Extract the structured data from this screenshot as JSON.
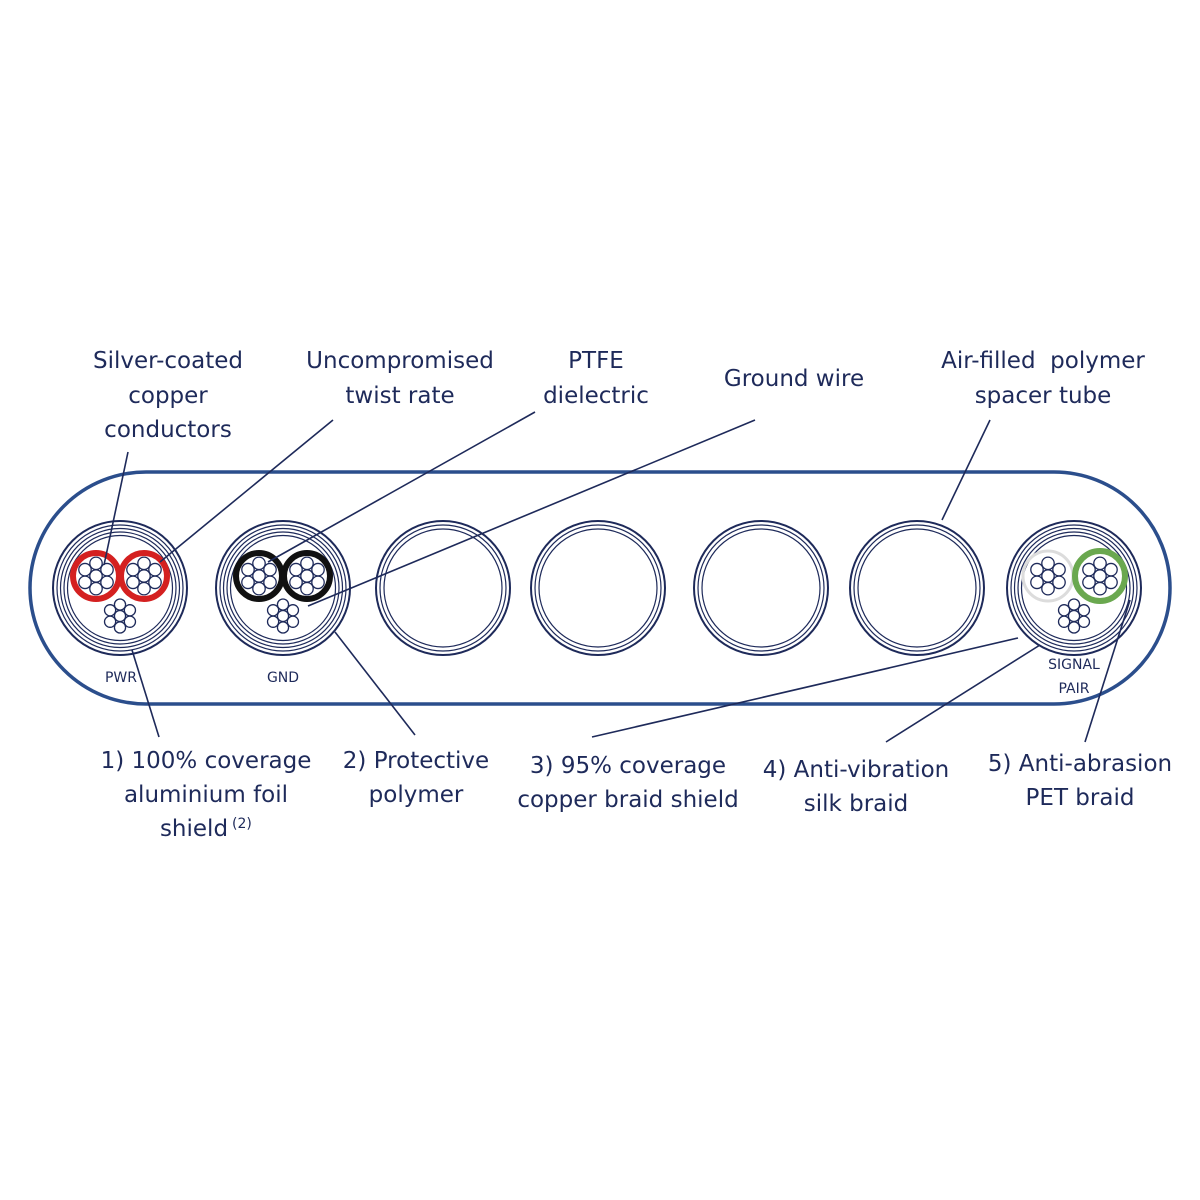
{
  "colors": {
    "ink": "#1e2a5a",
    "jacket": "#2b4e8c",
    "pwr_insulation": "#d42020",
    "gnd_insulation": "#111111",
    "signal_white": "#dcdcdc",
    "signal_green": "#6aa84f"
  },
  "top_labels": {
    "conductors": [
      "Silver-coated",
      "copper",
      "conductors"
    ],
    "twist": [
      "Uncompromised",
      "twist rate"
    ],
    "ptfe": [
      "PTFE",
      "dielectric"
    ],
    "ground": [
      "Ground wire"
    ],
    "spacer": [
      "Air-filled  polymer",
      "spacer tube"
    ]
  },
  "bottom_labels": {
    "foil": [
      "1) 100% coverage",
      "aluminium foil",
      "shield"
    ],
    "foil_note": "(2)",
    "polymer": [
      "2) Protective",
      "polymer"
    ],
    "copper_braid": [
      "3) 95% coverage",
      "copper braid shield"
    ],
    "silk": [
      "4) Anti-vibration",
      "silk braid"
    ],
    "pet": [
      "5) Anti-abrasion",
      "PET braid"
    ]
  },
  "bundle_tags": {
    "pwr": "PWR",
    "gnd": "GND",
    "signal": [
      "SIGNAL",
      "PAIR"
    ]
  }
}
